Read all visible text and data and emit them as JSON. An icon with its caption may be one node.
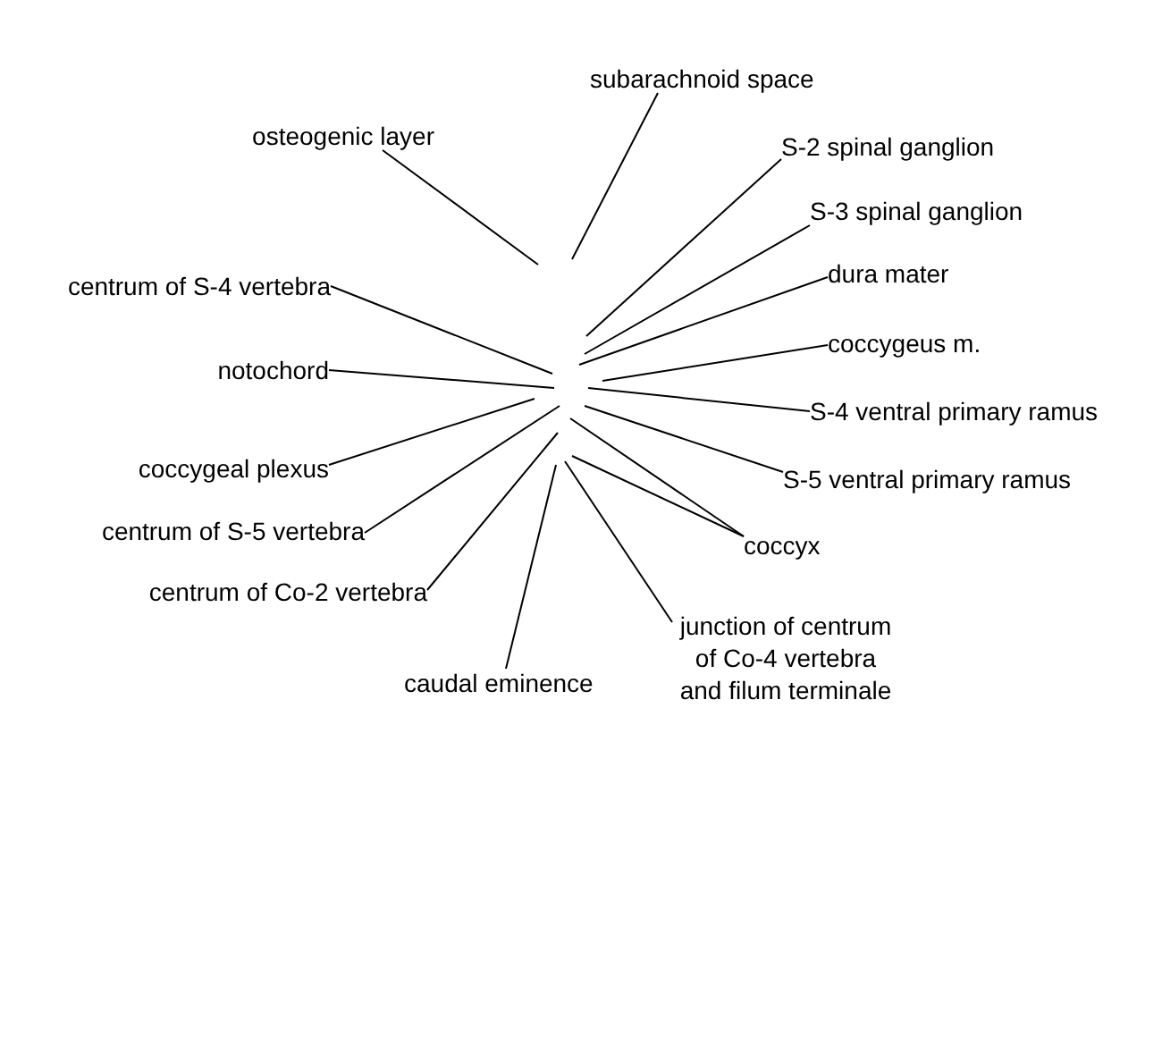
{
  "diagram": {
    "nodes": [
      {
        "text": [
          "subarachnoid space"
        ]
      },
      {
        "text": [
          "osteogenic layer"
        ]
      },
      {
        "text": [
          "S-2 spinal ganglion"
        ]
      },
      {
        "text": [
          "S-3 spinal ganglion"
        ]
      },
      {
        "text": [
          "dura mater"
        ]
      },
      {
        "text": [
          "centrum of S-4 vertebra"
        ]
      },
      {
        "text": [
          "coccygeus m."
        ]
      },
      {
        "text": [
          "notochord"
        ]
      },
      {
        "text": [
          "S-4 ventral primary ramus"
        ]
      },
      {
        "text": [
          "coccygeal plexus"
        ]
      },
      {
        "text": [
          "S-5 ventral primary ramus"
        ]
      },
      {
        "text": [
          "centrum of S-5 vertebra"
        ]
      },
      {
        "text": [
          "coccyx"
        ]
      },
      {
        "text": [
          "centrum of Co-2 vertebra"
        ]
      },
      {
        "text": [
          "junction of centrum of Co-4 vertebra and filum terminale"
        ]
      },
      {
        "text": [
          "caudal eminence"
        ]
      }
    ],
    "edges": [
      {
        "from": 0,
        "to": null,
        "arrow": "none"
      },
      {
        "from": 1,
        "to": null,
        "arrow": "none"
      },
      {
        "from": 2,
        "to": null,
        "arrow": "none"
      },
      {
        "from": 3,
        "to": null,
        "arrow": "none"
      },
      {
        "from": 4,
        "to": null,
        "arrow": "none"
      },
      {
        "from": 5,
        "to": null,
        "arrow": "none"
      },
      {
        "from": 6,
        "to": null,
        "arrow": "none"
      },
      {
        "from": 7,
        "to": null,
        "arrow": "none"
      },
      {
        "from": 8,
        "to": null,
        "arrow": "none"
      },
      {
        "from": 9,
        "to": null,
        "arrow": "none"
      },
      {
        "from": 10,
        "to": null,
        "arrow": "none"
      },
      {
        "from": 11,
        "to": null,
        "arrow": "none"
      },
      {
        "from": 12,
        "to": null,
        "arrow": "none"
      },
      {
        "from": 12,
        "to": null,
        "arrow": "none"
      },
      {
        "from": 13,
        "to": null,
        "arrow": "none"
      },
      {
        "from": 14,
        "to": null,
        "arrow": "none"
      },
      {
        "from": 15,
        "to": null,
        "arrow": "none"
      }
    ]
  }
}
